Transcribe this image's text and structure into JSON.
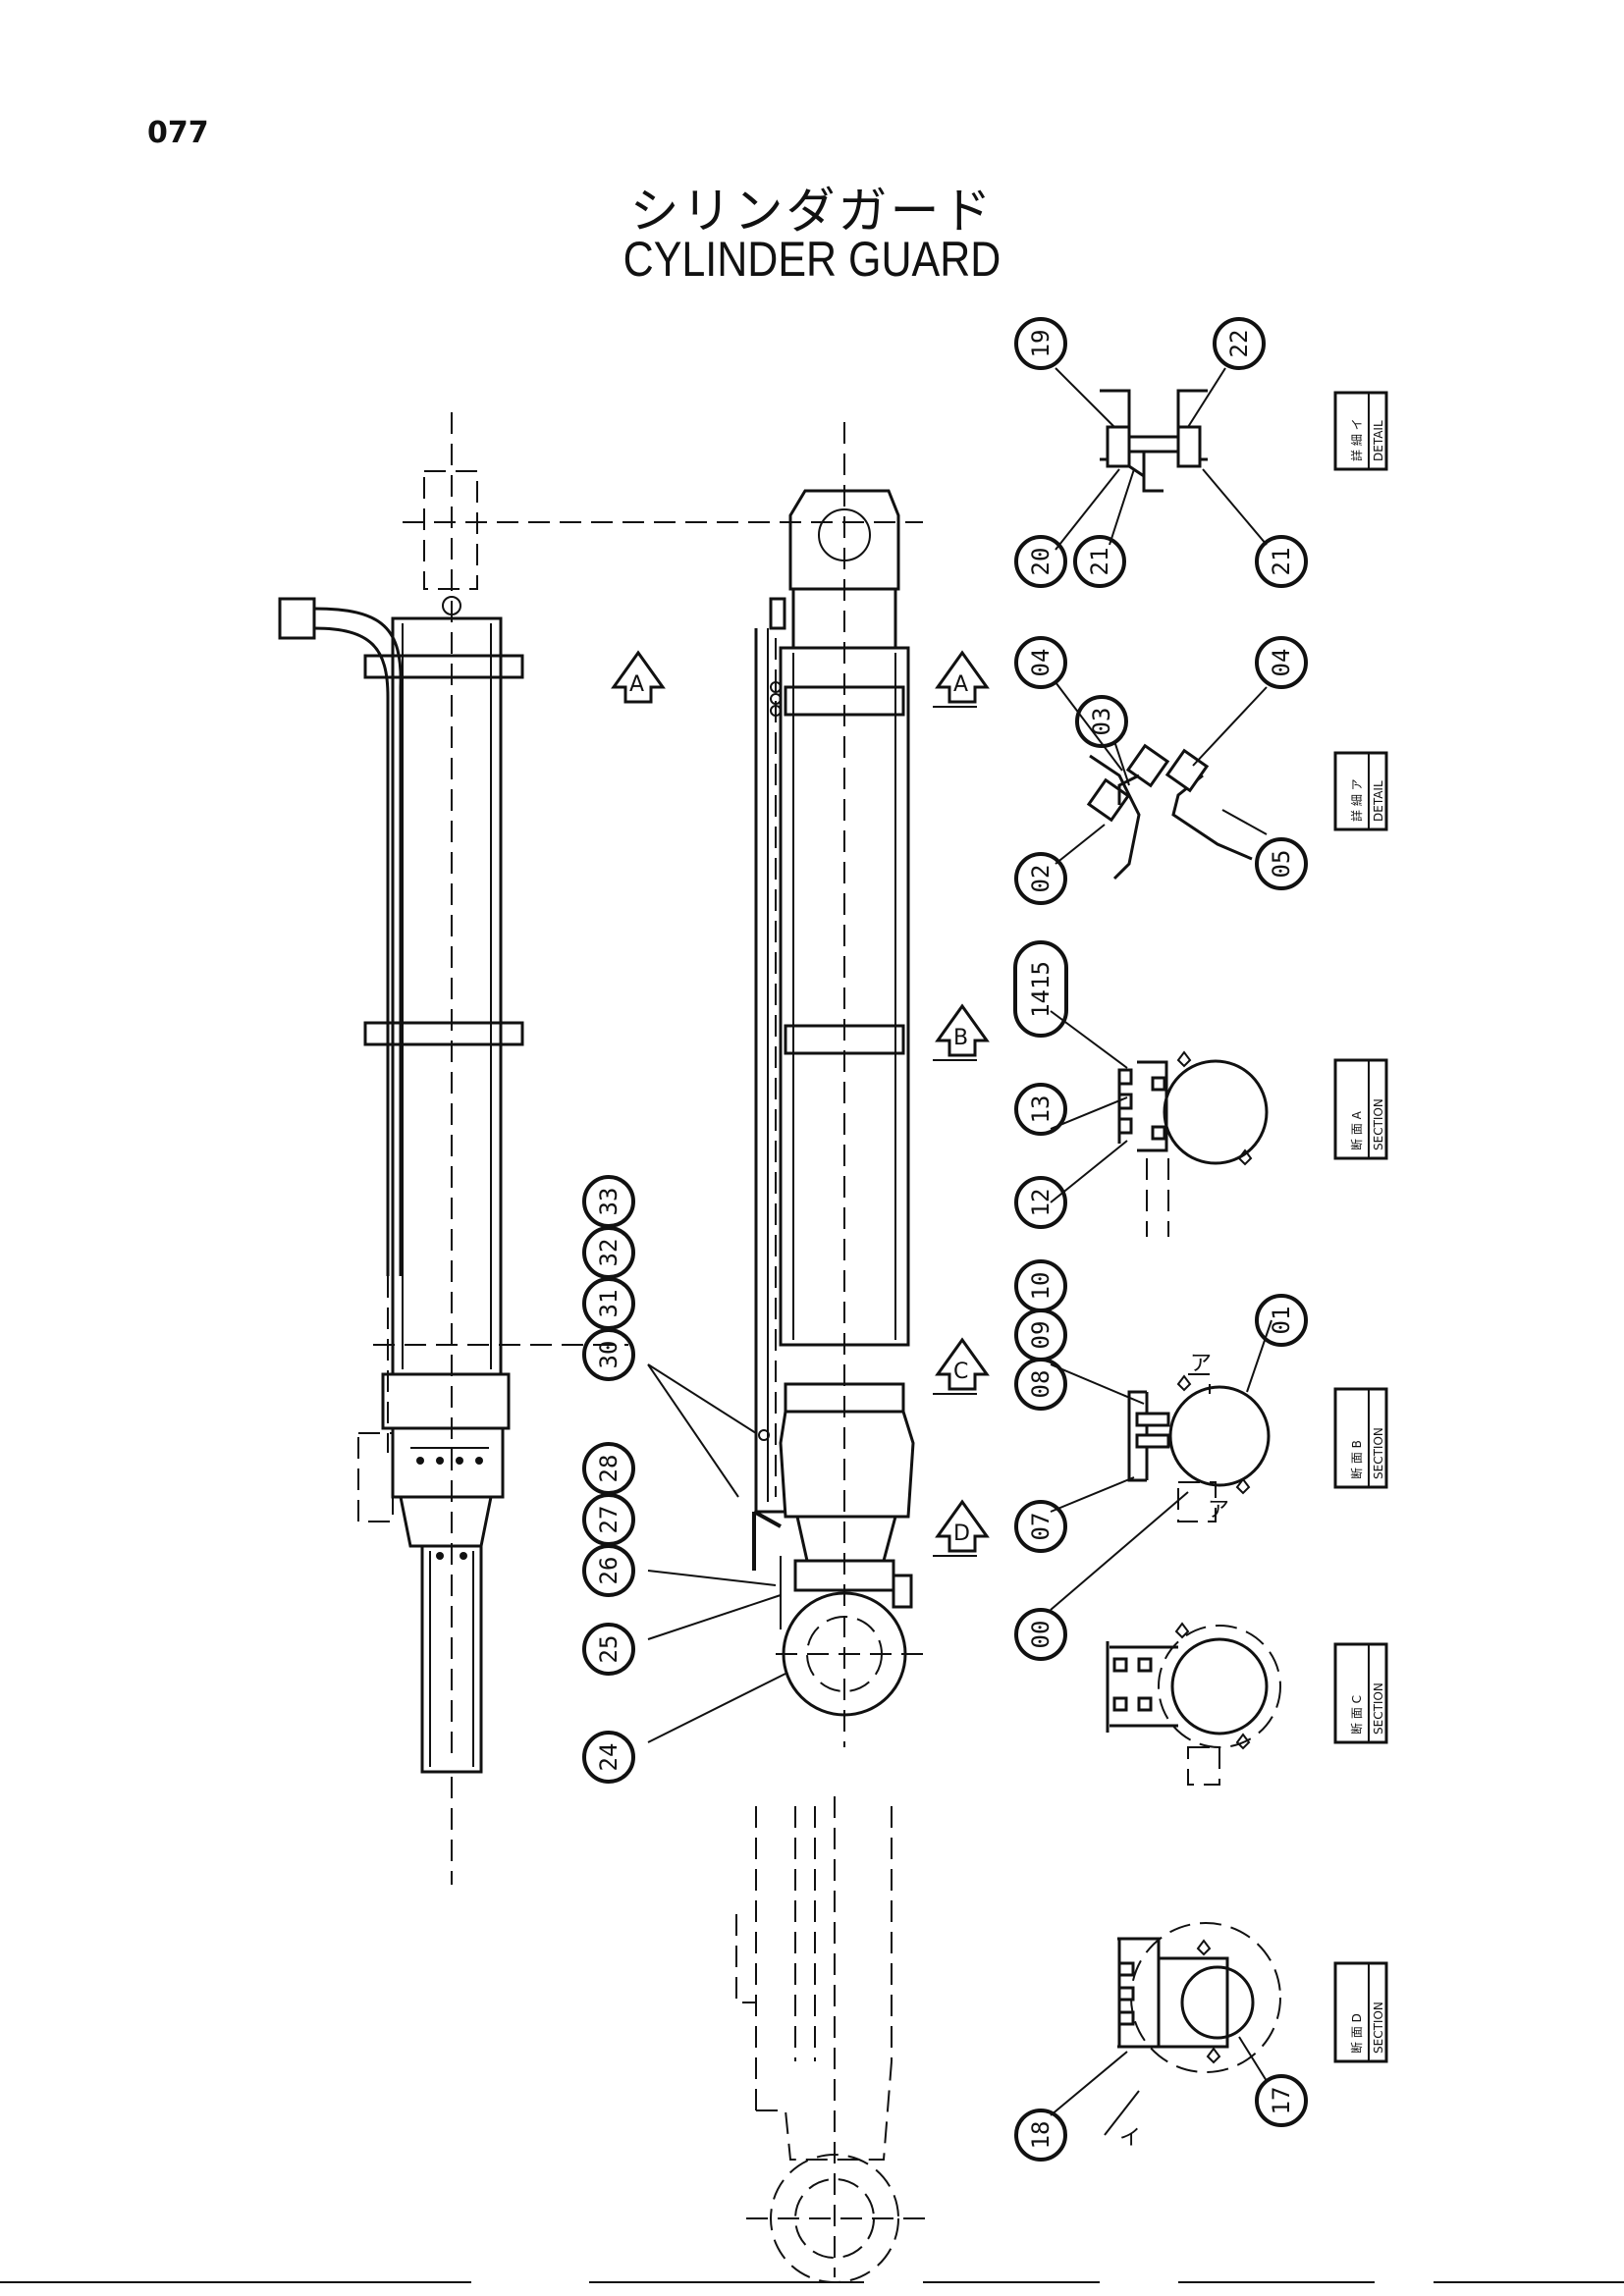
{
  "page_number": "077",
  "title_jp": "シリンダガード",
  "title_en": "CYLINDER GUARD",
  "callouts": [
    "19",
    "22",
    "20",
    "21",
    "21",
    "04",
    "03",
    "04",
    "02",
    "05",
    "1415",
    "13",
    "12",
    "08",
    "09",
    "10",
    "01",
    "07",
    "00",
    "30",
    "31",
    "32",
    "33",
    "26",
    "27",
    "28",
    "25",
    "24",
    "18",
    "17"
  ],
  "view_markers": [
    "A",
    "A",
    "B",
    "C",
    "D"
  ],
  "labels": {
    "detail_i": {
      "jp": "詳 細 イ",
      "en": "DETAIL"
    },
    "detail_a": {
      "jp": "詳 細 ア",
      "en": "DETAIL"
    },
    "section_a": {
      "jp": "断 面 A",
      "en": "SECTION"
    },
    "section_b": {
      "jp": "断 面 B",
      "en": "SECTION"
    },
    "section_c": {
      "jp": "断 面 C",
      "en": "SECTION"
    },
    "section_d": {
      "jp": "断 面 D",
      "en": "SECTION"
    }
  },
  "marks": {
    "a": "ア",
    "i": "イ"
  }
}
